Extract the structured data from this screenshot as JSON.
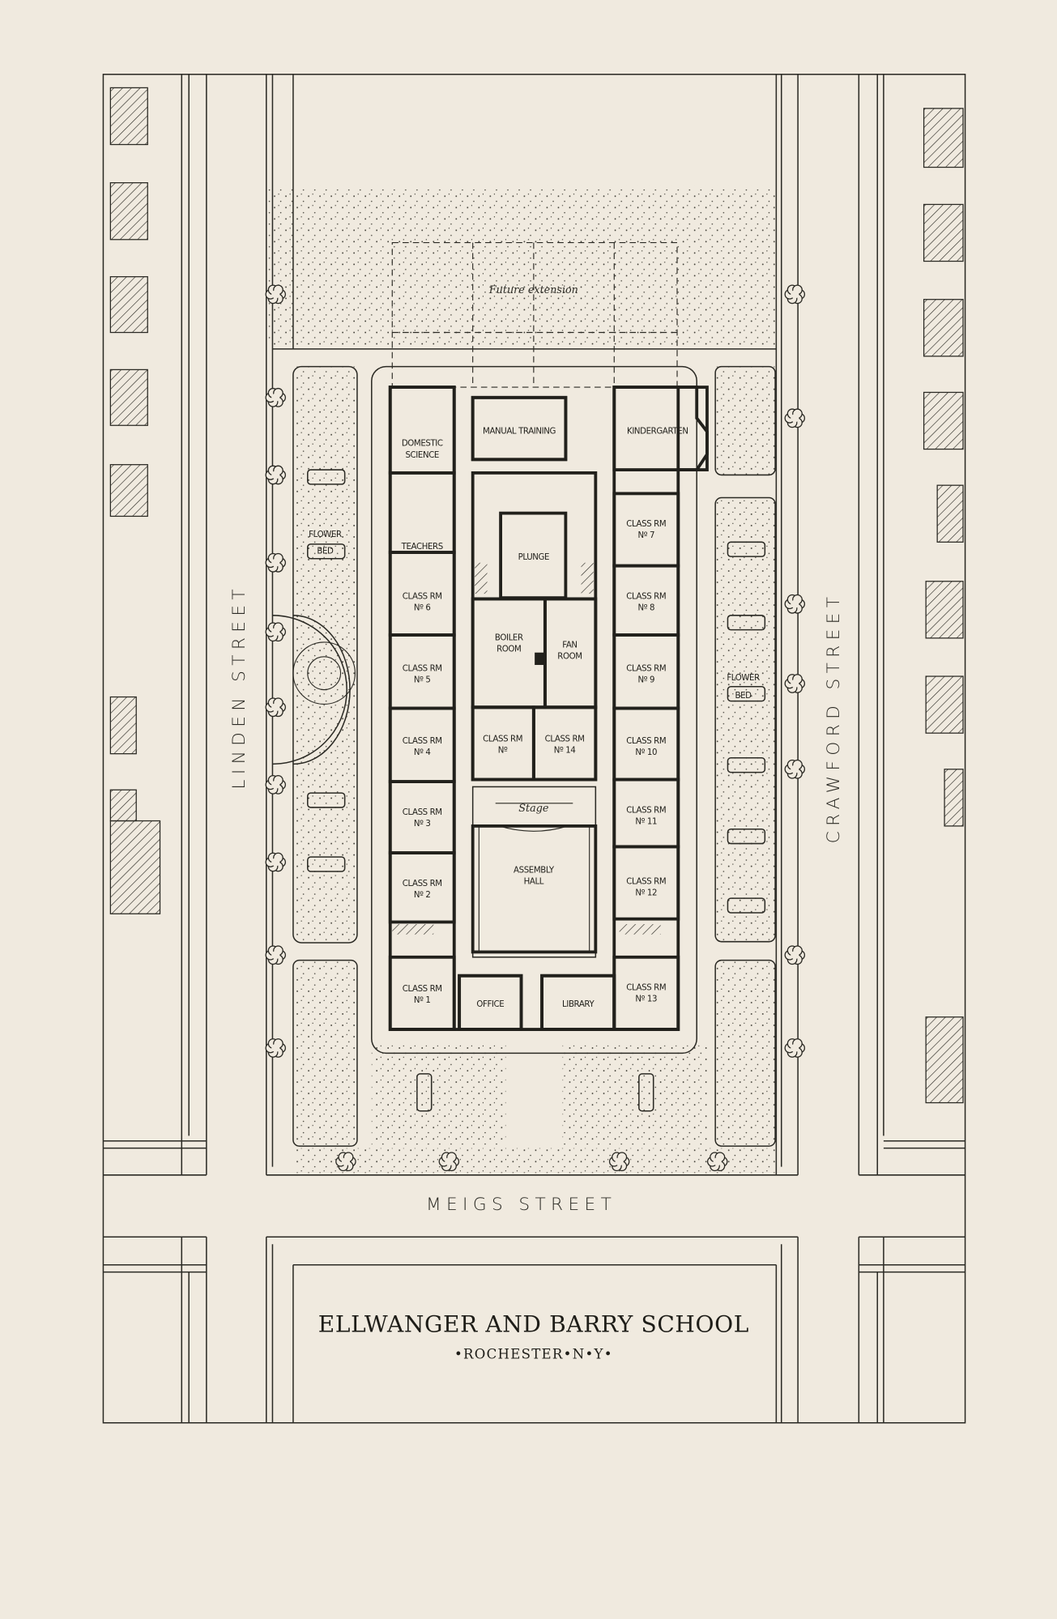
{
  "title": "ELLWANGER AND BARRY SCHOOL",
  "subtitle": "•ROCHESTER•N•Y•",
  "streets": {
    "linden": "LINDEN STREET",
    "crawford": "CRAWFORD STREET",
    "meigs": "MEIGS STREET"
  },
  "future_extension": "Future extension",
  "stage_label": "Stage",
  "flower_bed": [
    "FLOWER",
    "BED"
  ],
  "rooms": [
    {
      "lines": [
        "DOMESTIC",
        "SCIENCE"
      ]
    },
    {
      "lines": [
        "TEACHERS"
      ]
    },
    {
      "lines": [
        "CLASS RM",
        "Nº 6"
      ]
    },
    {
      "lines": [
        "CLASS RM",
        "Nº 5"
      ]
    },
    {
      "lines": [
        "CLASS RM",
        "Nº 4"
      ]
    },
    {
      "lines": [
        "CLASS RM",
        "Nº 3"
      ]
    },
    {
      "lines": [
        "CLASS RM",
        "Nº 2"
      ]
    },
    {
      "lines": [
        "CLASS RM",
        "Nº 1"
      ]
    },
    {
      "lines": [
        "MANUAL TRAINING"
      ]
    },
    {
      "lines": [
        "PLUNGE"
      ]
    },
    {
      "lines": [
        "BOILER",
        "ROOM"
      ]
    },
    {
      "lines": [
        "FAN",
        "ROOM"
      ]
    },
    {
      "lines": [
        "CLASS RM",
        "Nº"
      ]
    },
    {
      "lines": [
        "CLASS RM",
        "Nº 14"
      ]
    },
    {
      "lines": [
        "ASSEMBLY",
        "HALL"
      ]
    },
    {
      "lines": [
        "OFFICE"
      ]
    },
    {
      "lines": [
        "LIBRARY"
      ]
    },
    {
      "lines": [
        "KINDERGARTEN"
      ]
    },
    {
      "lines": [
        "CLASS RM",
        "Nº 7"
      ]
    },
    {
      "lines": [
        "CLASS RM",
        "Nº 8"
      ]
    },
    {
      "lines": [
        "CLASS RM",
        "Nº 9"
      ]
    },
    {
      "lines": [
        "CLASS RM",
        "Nº 10"
      ]
    },
    {
      "lines": [
        "CLASS RM",
        "Nº 11"
      ]
    },
    {
      "lines": [
        "CLASS RM",
        "Nº 12"
      ]
    },
    {
      "lines": [
        "CLASS RM",
        "Nº 13"
      ]
    }
  ]
}
